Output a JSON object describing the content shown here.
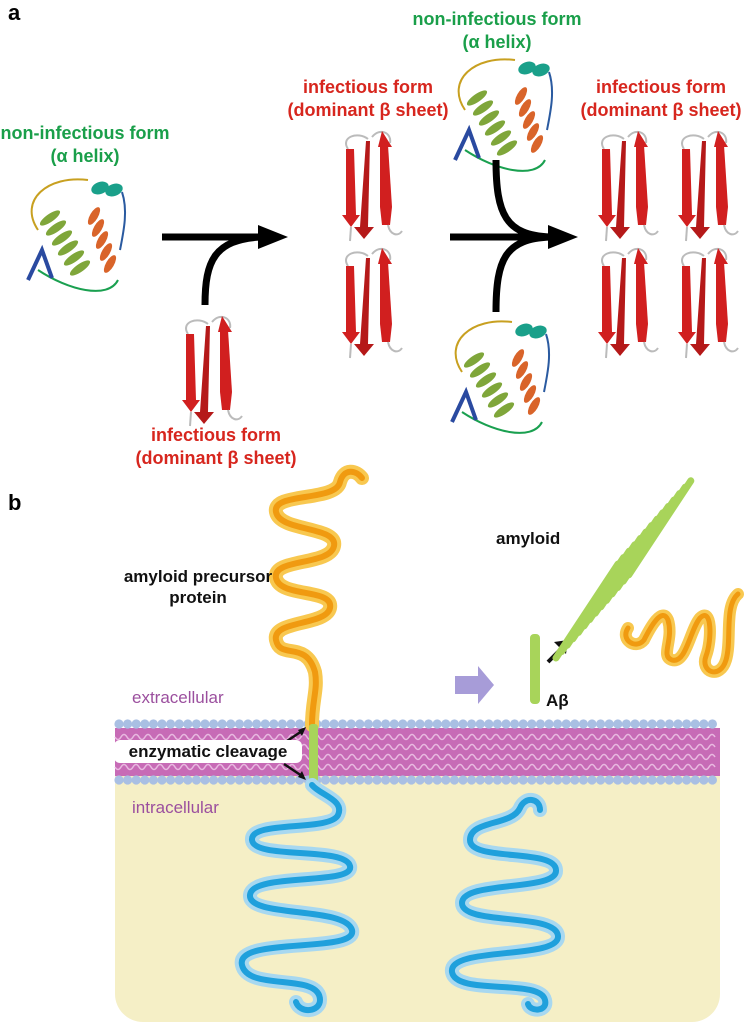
{
  "panel_a": {
    "letter": "a",
    "non_infectious": {
      "line1": "non-infectious form",
      "line2": "(α helix)"
    },
    "infectious": {
      "line1": "infectious form",
      "line2": "(dominant β sheet)"
    }
  },
  "panel_b": {
    "letter": "b",
    "app_label": "amyloid precursor protein",
    "app_line1": "amyloid precursor",
    "app_line2": "protein",
    "amyloid": "amyloid",
    "abeta": "Aβ",
    "extracellular": "extracellular",
    "intracellular": "intracellular",
    "cleavage": "enzymatic cleavage"
  },
  "colors": {
    "helix_green": "#7fa63a",
    "helix_orange": "#d9642a",
    "helix_teal": "#1aa08a",
    "sheet_red": "#d11f1f",
    "label_green": "#1a9f4a",
    "label_red": "#d7261e",
    "orange_protein": "#f2a21a",
    "blue_protein": "#29a8dc",
    "membrane_pink": "#c76bb6",
    "membrane_head": "#a9bfe3",
    "amyloid_green": "#a8d45a",
    "cytoplasm": "#f5efc6",
    "purple": "#9b4f9e"
  }
}
